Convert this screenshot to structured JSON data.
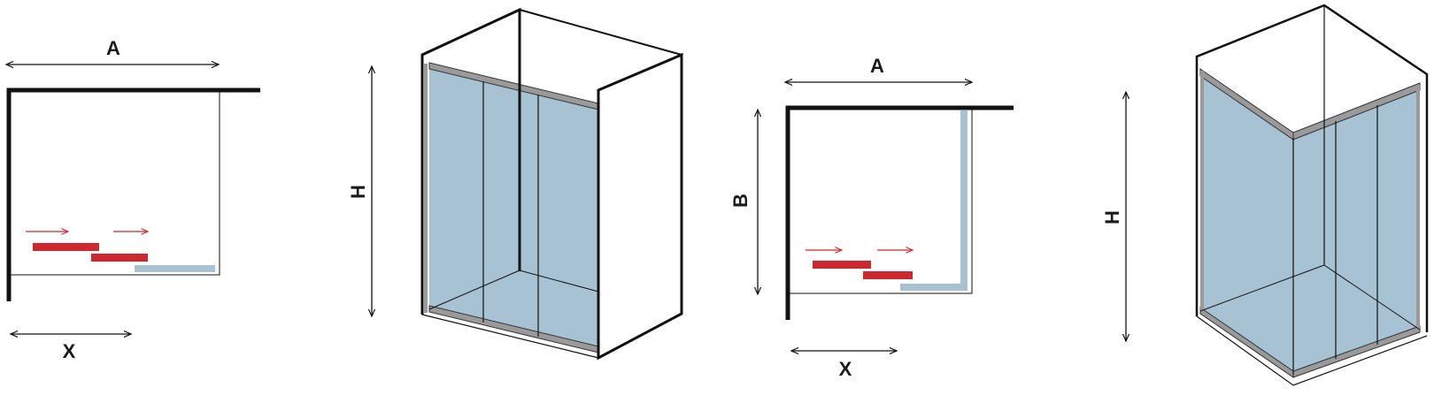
{
  "colors": {
    "glass": "#a7c3d3",
    "wall": "#111111",
    "frame": "#9a9a9a",
    "slide": "#d0272e",
    "fixed": "#a7c3d3"
  },
  "plan_1": {
    "width_label": "A",
    "opening_label": "X"
  },
  "view_1": {
    "height_label": "H"
  },
  "plan_2": {
    "width_label": "A",
    "depth_label": "B",
    "opening_label": "X"
  },
  "view_2": {
    "height_label": "H"
  }
}
